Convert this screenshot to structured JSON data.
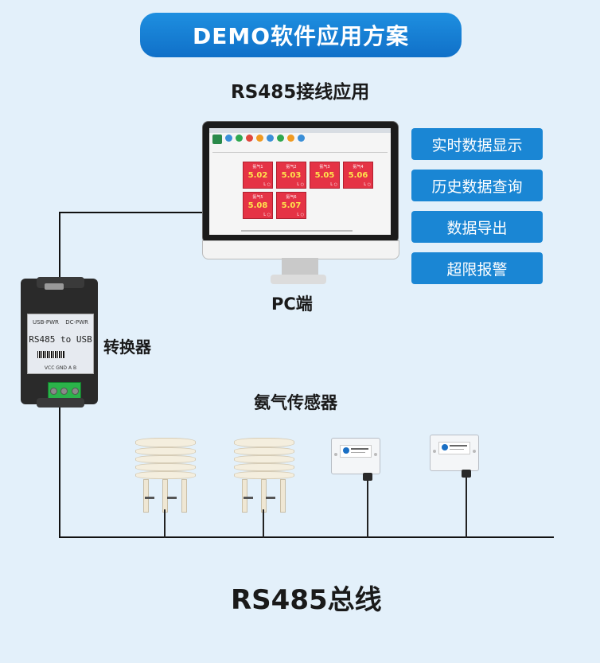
{
  "banner": {
    "title": "DEMO软件应用方案"
  },
  "subtitle": "RS485接线应用",
  "pc_label": "PC端",
  "features": [
    "实时数据显示",
    "历史数据查询",
    "数据导出",
    "超限报警"
  ],
  "converter": {
    "label": "转换器",
    "face_left": "USB-PWR",
    "face_right": "DC-PWR",
    "face_main": "RS485 to USB",
    "pins": "VCC GND A B"
  },
  "sensors_label": "氨气传感器",
  "bus_label": "RS485总线",
  "screen": {
    "tiles": [
      {
        "name": "氨气1",
        "value": "5.02",
        "unit": "L ○"
      },
      {
        "name": "氨气2",
        "value": "5.03",
        "unit": "L ○"
      },
      {
        "name": "氨气3",
        "value": "5.05",
        "unit": "L ○"
      },
      {
        "name": "氨气4",
        "value": "5.06",
        "unit": "L ○"
      },
      {
        "name": "氨气5",
        "value": "5.08",
        "unit": "L ○"
      },
      {
        "name": "氨气6",
        "value": "5.07",
        "unit": "L ○"
      }
    ]
  },
  "colors": {
    "banner": "#1a86d4",
    "feature_box": "#1a86d4",
    "background": "#e3f0fa",
    "tile": "#e53345",
    "terminal": "#2bb34a"
  }
}
